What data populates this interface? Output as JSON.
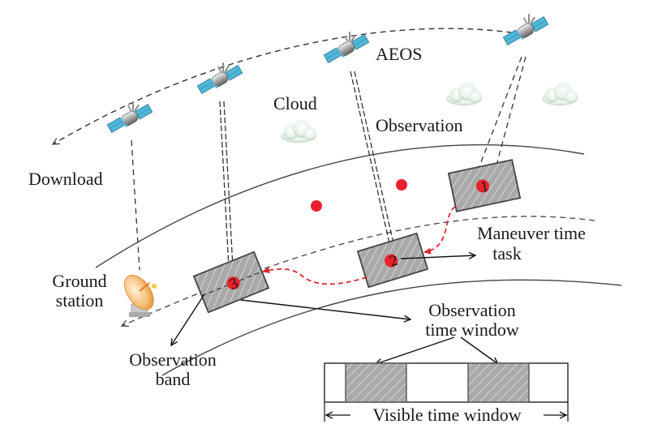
{
  "diagram": {
    "title": "AEOS observation scheduling scenario",
    "labels": {
      "aeos": "AEOS",
      "cloud": "Cloud",
      "observation": "Observation",
      "download": "Download",
      "ground_station_line1": "Ground",
      "ground_station_line2": "station",
      "maneuver_line1": "Maneuver time",
      "maneuver_line2": "task",
      "obs_window_line1": "Observation",
      "obs_window_line2": "time window",
      "obs_band_line1": "Observation",
      "obs_band_line2": "band",
      "visible_window": "Visible time window"
    },
    "tasks": [
      {
        "id": "1",
        "label": "1"
      },
      {
        "id": "2",
        "label": "2"
      },
      {
        "id": "3",
        "label": "3"
      }
    ],
    "icons": {
      "satellite": "satellite-icon",
      "cloud": "cloud-icon",
      "ground_station": "satellite-dish-icon",
      "target": "target-dot-icon"
    },
    "colors": {
      "line": "#333333",
      "task_box": "#a9a9a9",
      "target": "#e8212a",
      "maneuver_path": "#e0262b",
      "panel_blue": "#4fb6d8",
      "dish": "#f2a548"
    }
  }
}
